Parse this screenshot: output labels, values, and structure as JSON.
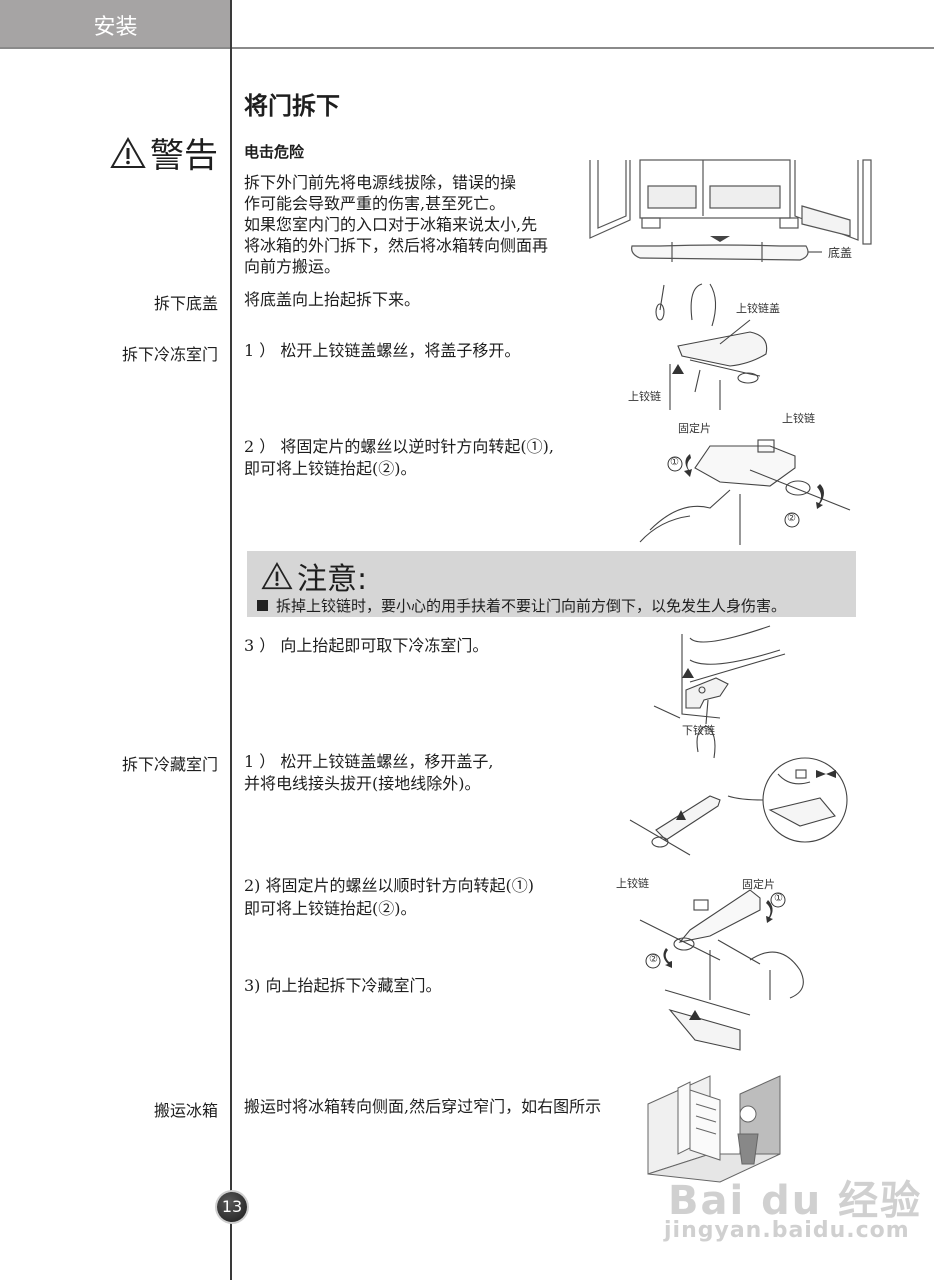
{
  "header": {
    "section_tab": "安装"
  },
  "page": {
    "title": "将门拆下",
    "warning": {
      "heading": "警告",
      "subheading": "电击危险",
      "lines": [
        "拆下外门前先将电源线拔除，错误的操",
        "作可能会导致严重的伤害,甚至死亡。",
        "如果您室内门的入口对于冰箱来说太小,先",
        "将冰箱的外门拆下，然后将冰箱转向侧面再",
        "向前方搬运。"
      ]
    },
    "sections": [
      {
        "label": "拆下底盖",
        "steps": [
          "将底盖向上抬起拆下来。"
        ]
      },
      {
        "label": "拆下冷冻室门",
        "steps": [
          "1 ） 松开上铰链盖螺丝，将盖子移开。",
          [
            "2 ） 将固定片的螺丝以逆时针方向转起(①),",
            "       即可将上铰链抬起(②)。"
          ],
          "3 ） 向上抬起即可取下冷冻室门。"
        ]
      },
      {
        "label": "拆下冷藏室门",
        "steps": [
          [
            "1 ） 松开上铰链盖螺丝，移开盖子,",
            "       并将电线接头拔开(接地线除外)。"
          ],
          [
            "2)  将固定片的螺丝以顺时针方向转起(①)",
            "      即可将上铰链抬起(②)。"
          ],
          "3)  向上抬起拆下冷藏室门。"
        ]
      },
      {
        "label": "搬运冰箱",
        "steps": [
          "搬运时将冰箱转向侧面,然后穿过窄门，如右图所示"
        ]
      }
    ],
    "caution": {
      "heading": "注意:",
      "text": "拆掉上铰链时，要小心的用手扶着不要让门向前方倒下，以免发生人身伤害。"
    },
    "figure_labels": {
      "base_cover": "底盖",
      "upper_hinge_cover": "上铰链盖",
      "upper_hinge": "上铰链",
      "fixing_plate": "固定片",
      "lower_hinge": "下铰链",
      "circle_1": "①",
      "circle_2": "②"
    },
    "page_number": "13"
  },
  "watermark": {
    "brand": "Bai du 经验",
    "url": "jingyan.baidu.com"
  },
  "colors": {
    "header_tab": "#a6a4a4",
    "caution_bg": "#d6d6d6",
    "rule": "#3a3a3a"
  }
}
